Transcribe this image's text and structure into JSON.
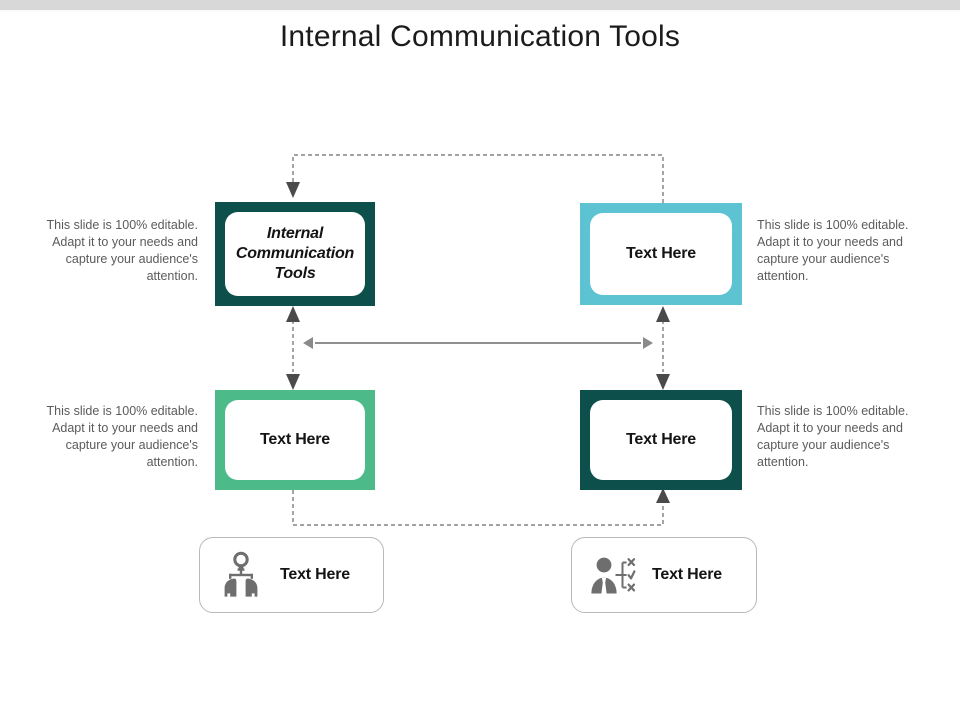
{
  "slide": {
    "title": "Internal Communication Tools",
    "background": "#ffffff",
    "top_band_color": "#d8d8d8"
  },
  "colors": {
    "dark_teal": "#0d4f4b",
    "cyan": "#5dc3d3",
    "green": "#4dba8a",
    "caption_text": "#5b5b5b",
    "box_text": "#141414",
    "connector": "#555555",
    "pill_border": "#b9b9b9",
    "icon_gray": "#6e6e6e"
  },
  "boxes": [
    {
      "id": "box-1",
      "label": "Internal Communication Tools",
      "border_color": "#0d4f4b",
      "italic": true
    },
    {
      "id": "box-2",
      "label": "Text Here",
      "border_color": "#5dc3d3",
      "italic": false
    },
    {
      "id": "box-3",
      "label": "Text Here",
      "border_color": "#4dba8a",
      "italic": false
    },
    {
      "id": "box-4",
      "label": "Text Here",
      "border_color": "#0d4f4b",
      "italic": false
    }
  ],
  "captions": [
    {
      "id": "cap-1",
      "text": "This slide is 100% editable. Adapt it to your needs and capture your audience's attention.",
      "align": "right"
    },
    {
      "id": "cap-2",
      "text": "This slide is 100% editable. Adapt it to your needs and capture your audience's attention.",
      "align": "left"
    },
    {
      "id": "cap-3",
      "text": "This slide is 100% editable. Adapt it to your needs and capture your audience's attention.",
      "align": "right"
    },
    {
      "id": "cap-4",
      "text": "This slide is 100% editable. Adapt it to your needs and capture your audience's attention.",
      "align": "left"
    }
  ],
  "pills": [
    {
      "id": "pill-1",
      "label": "Text Here",
      "icon": "two-heads-lightbulb-icon"
    },
    {
      "id": "pill-2",
      "label": "Text Here",
      "icon": "person-decision-tree-icon"
    }
  ],
  "connectors": [
    {
      "name": "top-bracket",
      "style": "dashed",
      "from": "box-2-top",
      "to": "box-1-top",
      "arrowheads": "end"
    },
    {
      "name": "left-vertical",
      "style": "dashed",
      "from": "box-1-bottom",
      "to": "box-3-top",
      "arrowheads": "both"
    },
    {
      "name": "right-vertical",
      "style": "dashed",
      "from": "box-2-bottom",
      "to": "box-4-top",
      "arrowheads": "both"
    },
    {
      "name": "center-horizontal",
      "style": "solid",
      "from": "left-column",
      "to": "right-column",
      "arrowheads": "both"
    },
    {
      "name": "bottom-bracket",
      "style": "dashed",
      "from": "box-3-bottom",
      "to": "box-4-bottom",
      "arrowheads": "end"
    }
  ]
}
